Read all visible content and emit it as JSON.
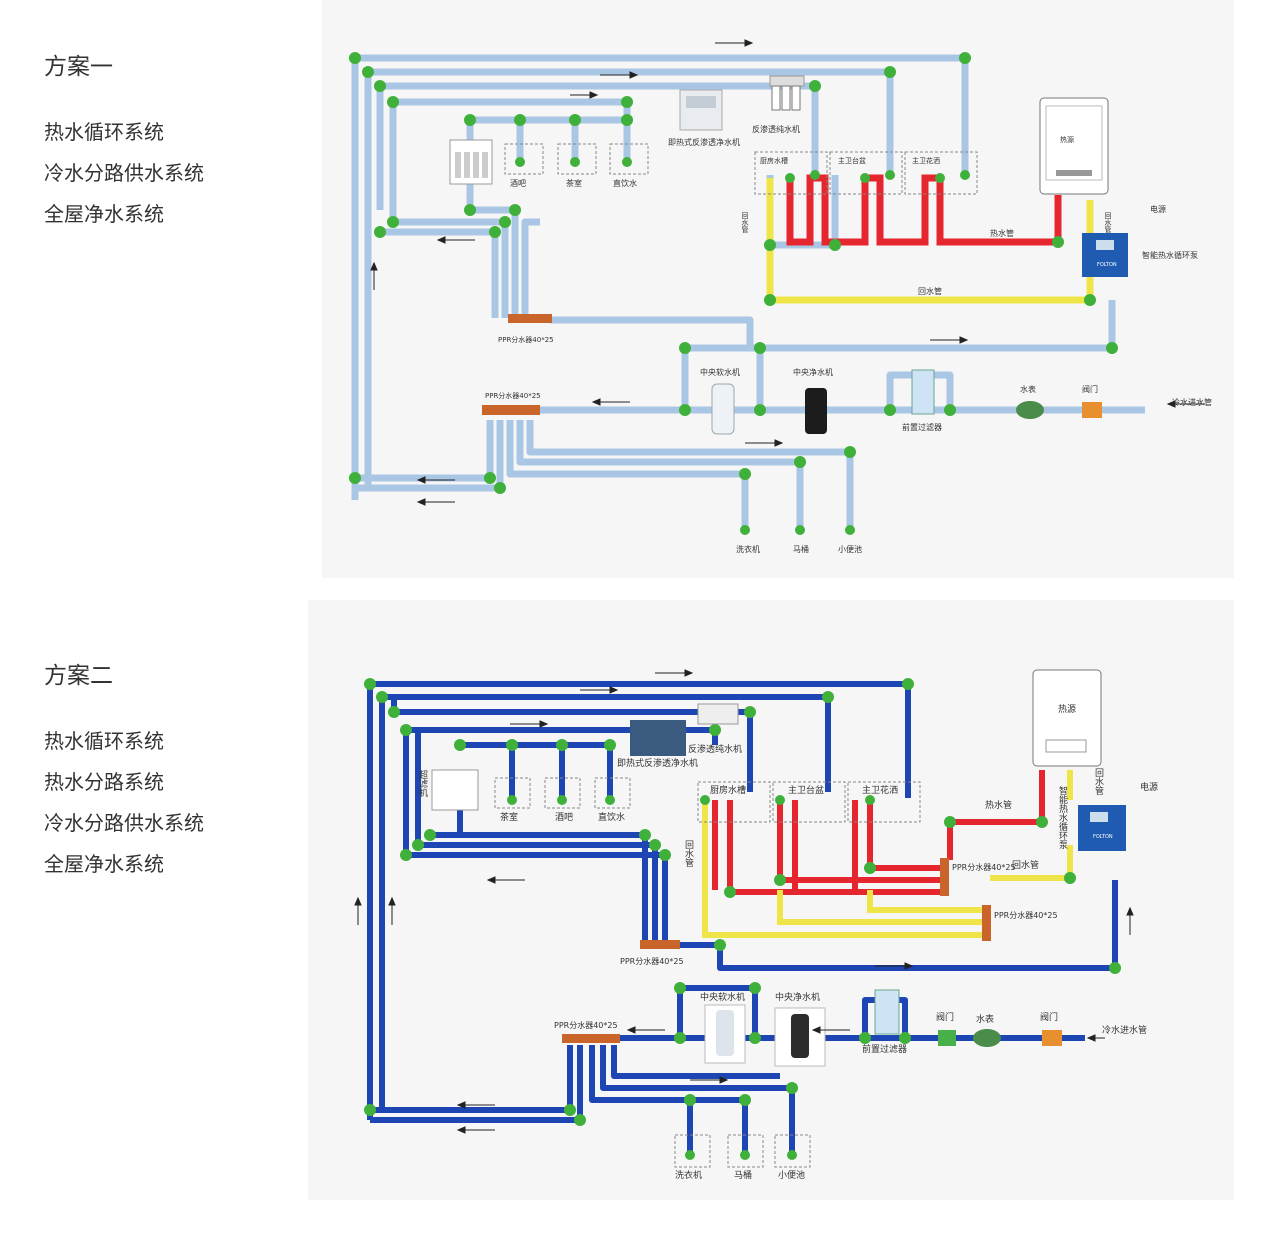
{
  "scheme1": {
    "title": "方案一",
    "systems": [
      "热水循环系统",
      "冷水分路供水系统",
      "全屋净水系统"
    ]
  },
  "scheme2": {
    "title": "方案二",
    "systems": [
      "热水循环系统",
      "热水分路系统",
      "冷水分路供水系统",
      "全屋净水系统"
    ]
  },
  "diagram1": {
    "outlet_bar": "酒吧",
    "outlet_tea": "茶室",
    "outlet_drink": "直饮水",
    "instant_ro": "即热式反渗透净水机",
    "ro_pure": "反渗透纯水机",
    "kitchen_sink": "厨房水槽",
    "master_basin": "主卫台盆",
    "master_shower": "主卫花洒",
    "heater": "热源",
    "return_pipe_v": "回水管",
    "return_pipe_h": "回水管",
    "hot_pipe": "热水管",
    "power": "电源",
    "pump": "智能热水循环泵",
    "manifold_top": "PPR分水器40*25",
    "softener": "中央软水机",
    "purifier": "中央净水机",
    "prefilter": "前置过滤器",
    "meter": "水表",
    "valve": "阀门",
    "cold_inlet": "冷水进水管",
    "manifold_bottom": "PPR分水器40*25",
    "washer": "洗衣机",
    "toilet": "马桶",
    "urinal": "小便池",
    "pump_brand": "FOLTON"
  },
  "diagram2": {
    "ultra_filter": "超滤机",
    "outlet_tea": "茶室",
    "outlet_bar": "酒吧",
    "outlet_drink": "直饮水",
    "ro_pure": "反渗透纯水机",
    "instant_ro": "即热式反渗透净水机",
    "kitchen_sink": "厨房水槽",
    "master_basin": "主卫台盆",
    "master_shower": "主卫花洒",
    "return_pipe_v": "回水管",
    "heater": "热源",
    "return_pipe_pump": "回水管",
    "power": "电源",
    "pump": "智能热水循环泵",
    "hot_pipe": "热水管",
    "manifold_hot": "PPR分水器40*25",
    "return_pipe_h": "回水管",
    "manifold_return": "PPR分水器40*25",
    "manifold_top": "PPR分水器40*25",
    "softener": "中央软水机",
    "purifier": "中央净水机",
    "prefilter": "前置过滤器",
    "valve1": "阀门",
    "meter": "水表",
    "valve2": "阀门",
    "cold_inlet": "冷水进水管",
    "manifold_bottom": "PPR分水器40*25",
    "washer": "洗衣机",
    "toilet": "马桶",
    "urinal": "小便池",
    "pump_brand": "FOLTON"
  },
  "colors": {
    "cold_light": "#a9c6e4",
    "cold_dark": "#1e45b4",
    "hot": "#e5262e",
    "return": "#f0e548",
    "fitting": "#3fb03a",
    "manifold": "#c9642a",
    "pump": "#1f5bb0",
    "text": "#333333"
  }
}
